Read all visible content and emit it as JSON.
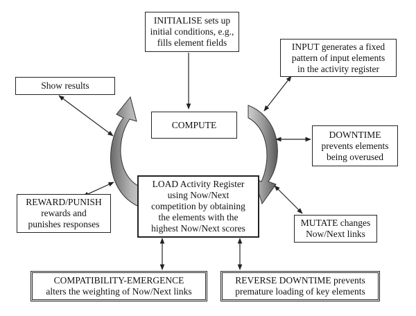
{
  "nodes": {
    "initialise": {
      "lines": [
        "INITIALISE sets up",
        "initial conditions, e.g.,",
        "fills element fields"
      ]
    },
    "input": {
      "lines": [
        "INPUT generates a fixed",
        "pattern of input elements",
        "in the activity register"
      ]
    },
    "show_results": {
      "lines": [
        "Show results"
      ]
    },
    "compute": {
      "lines": [
        "COMPUTE"
      ]
    },
    "downtime": {
      "lines": [
        "DOWNTIME",
        "prevents elements",
        "being overused"
      ]
    },
    "reward_punish": {
      "lines": [
        "REWARD/PUNISH",
        "rewards and",
        "punishes responses"
      ]
    },
    "load": {
      "lines": [
        "LOAD Activity Register",
        "using Now/Next",
        "competition by obtaining",
        "the elements with the",
        "highest Now/Next scores"
      ]
    },
    "mutate": {
      "lines": [
        "MUTATE changes",
        "Now/Next links"
      ]
    },
    "compatibility": {
      "lines": [
        "COMPATIBILITY-EMERGENCE",
        "alters the weighting of Now/Next links"
      ]
    },
    "reverse_downtime": {
      "lines": [
        "REVERSE DOWNTIME prevents",
        "premature loading of key elements"
      ]
    }
  },
  "colors": {
    "line": "#222222",
    "arrow_dark": "#555555",
    "arrow_light": "#aaaaaa"
  }
}
